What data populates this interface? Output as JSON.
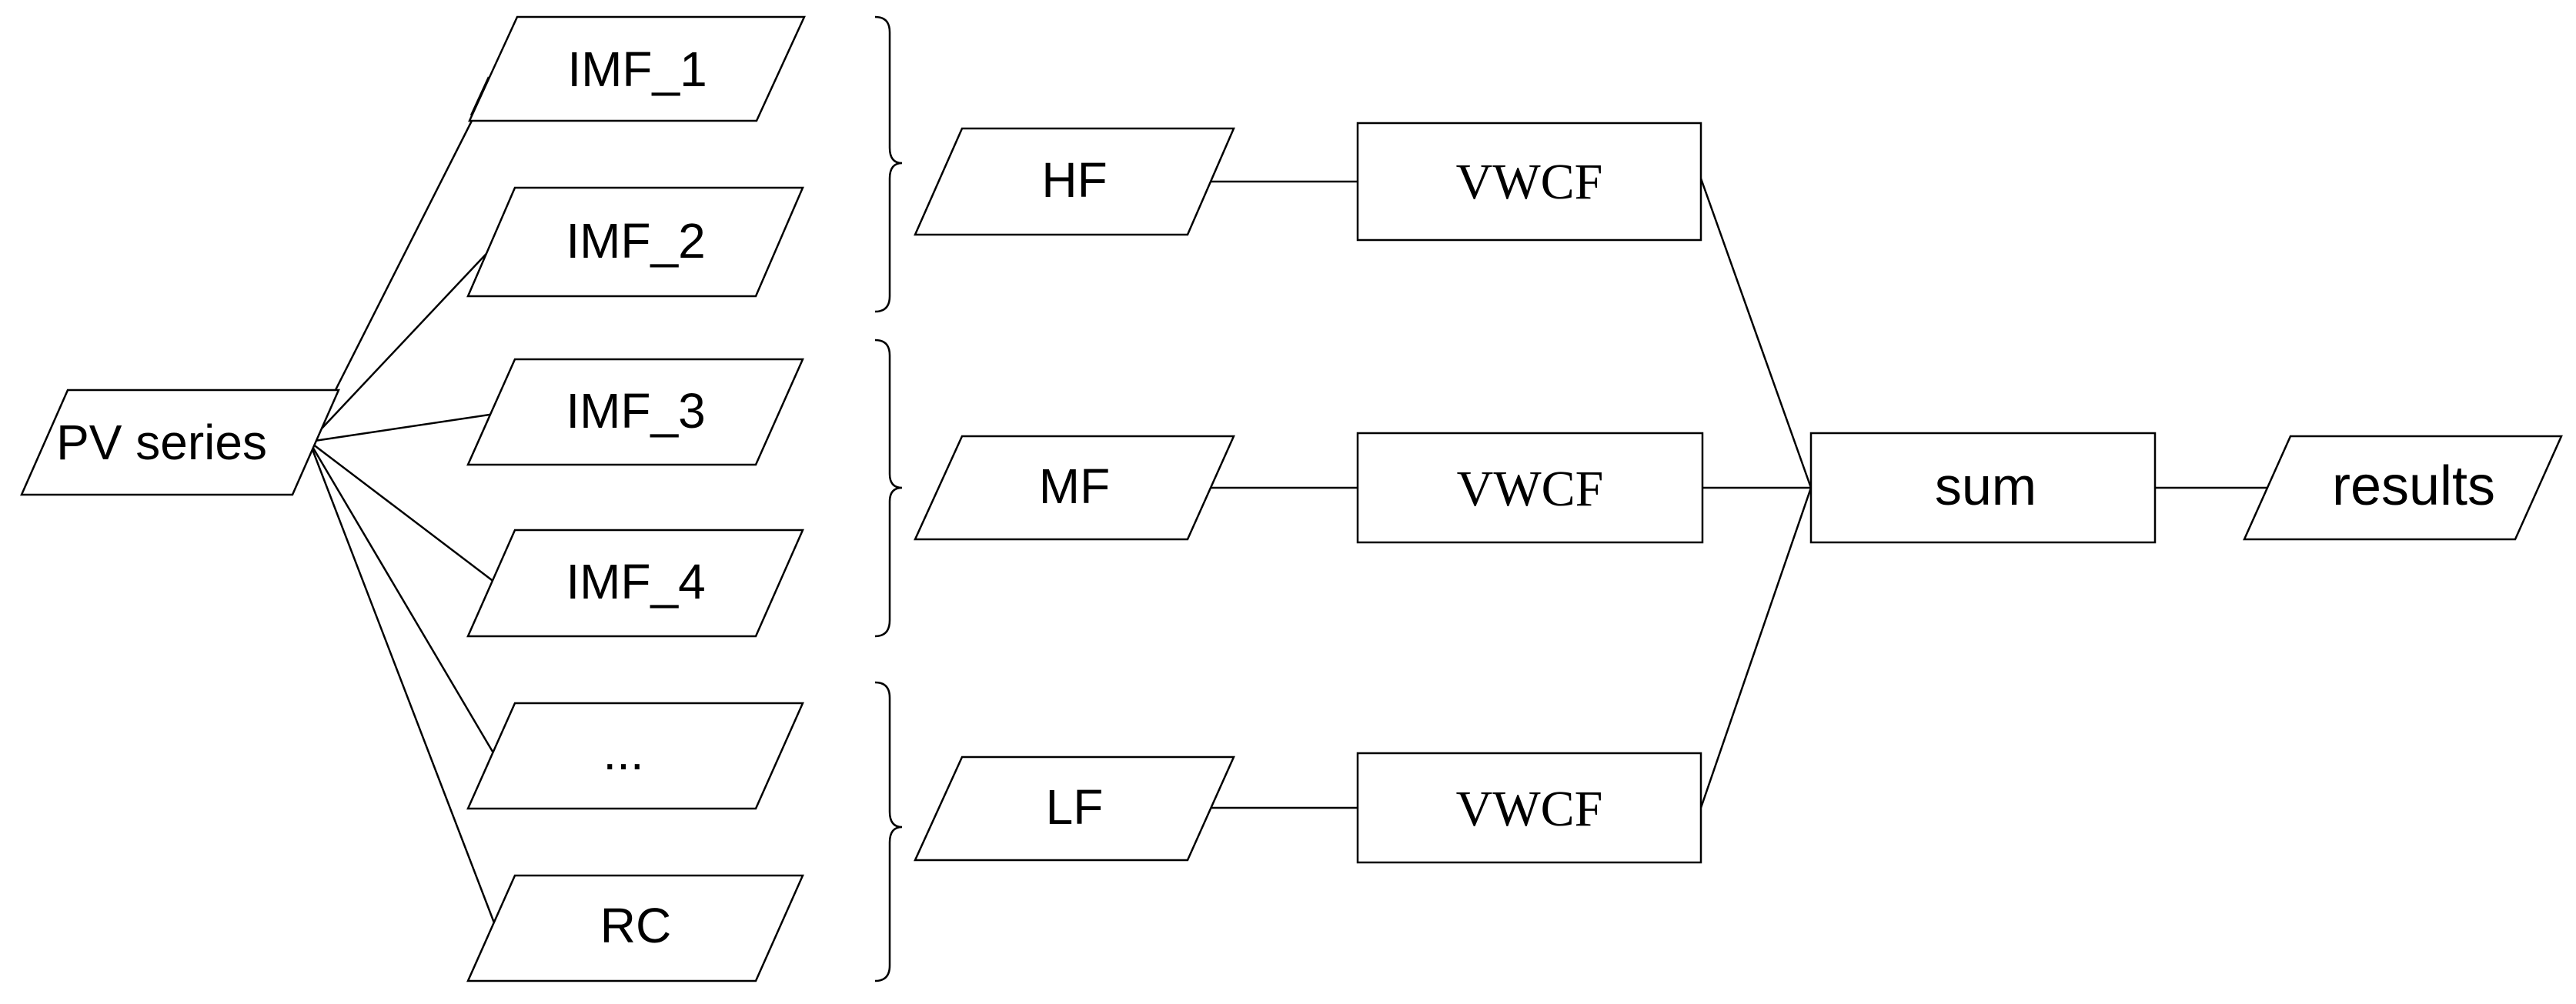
{
  "diagram": {
    "input": {
      "label": "PV series"
    },
    "components": [
      {
        "label": "IMF_1"
      },
      {
        "label": "IMF_2"
      },
      {
        "label": "IMF_3"
      },
      {
        "label": "IMF_4"
      },
      {
        "label": "..."
      },
      {
        "label": "RC"
      }
    ],
    "groups": [
      {
        "label": "HF",
        "model": "VWCF"
      },
      {
        "label": "MF",
        "model": "VWCF"
      },
      {
        "label": "LF",
        "model": "VWCF"
      }
    ],
    "aggregate": {
      "label": "sum"
    },
    "output": {
      "label": "results"
    }
  }
}
